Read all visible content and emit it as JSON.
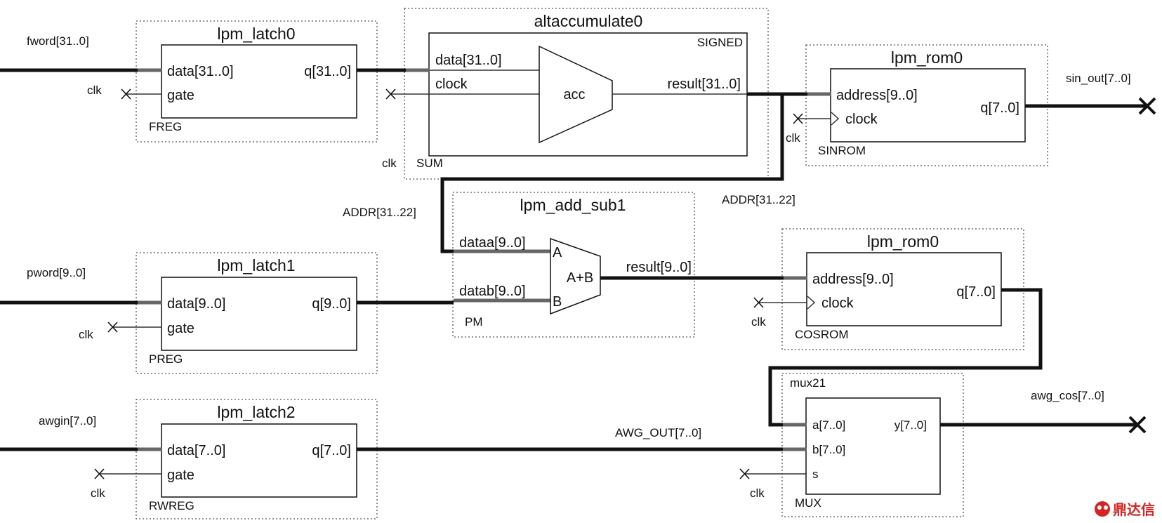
{
  "blocks": {
    "latch0": {
      "title": "lpm_latch0",
      "in": "data[31..0]",
      "gate": "gate",
      "out": "q[31..0]",
      "inst": "FREG"
    },
    "latch1": {
      "title": "lpm_latch1",
      "in": "data[9..0]",
      "gate": "gate",
      "out": "q[9..0]",
      "inst": "PREG"
    },
    "latch2": {
      "title": "lpm_latch2",
      "in": "data[7..0]",
      "gate": "gate",
      "out": "q[7..0]",
      "inst": "RWREG"
    },
    "acc": {
      "title": "altaccumulate0",
      "data": "data[31..0]",
      "clock": "clock",
      "core": "acc",
      "result": "result[31..0]",
      "mode": "SIGNED",
      "inst": "SUM"
    },
    "addsub": {
      "title": "lpm_add_sub1",
      "dataa": "dataa[9..0]",
      "datab": "datab[9..0]",
      "a": "A",
      "b": "B",
      "core": "A+B",
      "result": "result[9..0]",
      "inst": "PM"
    },
    "rom_sin": {
      "title": "lpm_rom0",
      "address": "address[9..0]",
      "clock": "clock",
      "out": "q[7..0]",
      "inst": "SINROM"
    },
    "rom_cos": {
      "title": "lpm_rom0",
      "address": "address[9..0]",
      "clock": "clock",
      "out": "q[7..0]",
      "inst": "COSROM"
    },
    "mux": {
      "title": "mux21",
      "a": "a[7..0]",
      "b": "b[7..0]",
      "s": "s",
      "y": "y[7..0]",
      "inst": "MUX"
    }
  },
  "signals": {
    "fword": "fword[31..0]",
    "pword": "pword[9..0]",
    "awgin": "awgin[7..0]",
    "clk": "clk",
    "addr_left": "ADDR[31..22]",
    "addr_right": "ADDR[31..22]",
    "awg_out": "AWG_OUT[7..0]",
    "sin_out": "sin_out[7..0]",
    "awg_cos": "awg_cos[7..0]"
  },
  "watermark": "鼎达信",
  "colors": {
    "wire": "#111111",
    "logo": "#d42424"
  }
}
